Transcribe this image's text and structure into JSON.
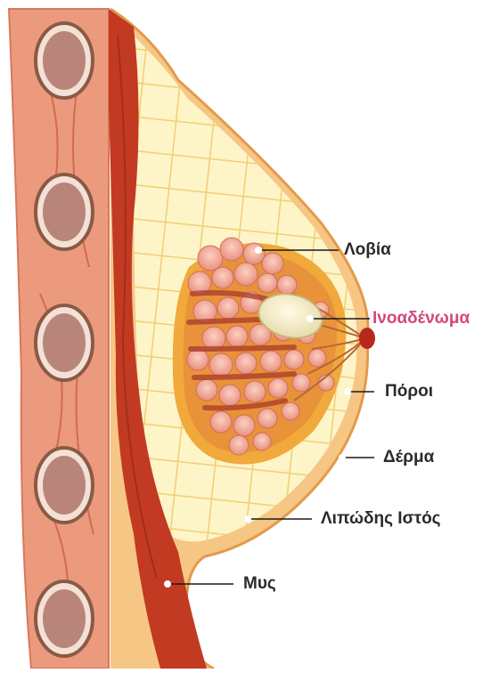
{
  "labels": {
    "lobes": "Λοβία",
    "fibroadenoma": "Ινοαδένωμα",
    "ducts": "Πόροι",
    "skin": "Δέρμα",
    "fat_tissue": "Λιπώδης Ιστός",
    "muscle": "Μυς"
  },
  "colors": {
    "highlight_label": "#d4467e",
    "label_text": "#2a2a2a",
    "muscle": "#c23a22",
    "rib_band": "#ec9a7e",
    "fat": "#fdf4c8",
    "lobule": "#f2a090",
    "nipple": "#b5291c"
  }
}
